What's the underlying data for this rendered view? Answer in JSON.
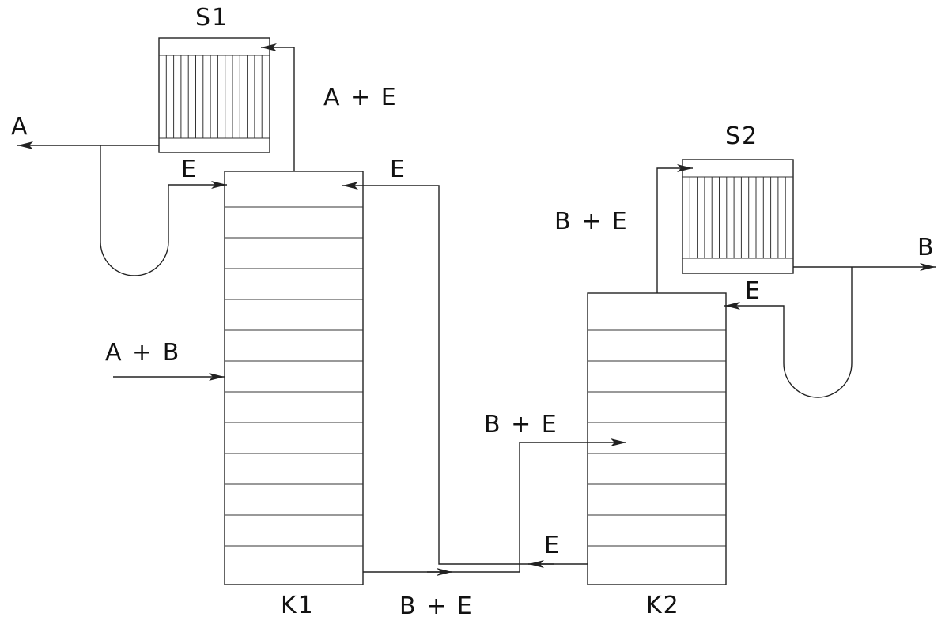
{
  "labels": {
    "s1": "S1",
    "s2": "S2",
    "k1": "K1",
    "k2": "K2",
    "product_a": "A",
    "product_b": "B",
    "feed_ab": "A + B",
    "k1_overhead": "A + E",
    "k2_overhead": "B + E",
    "k1_bottoms": "B + E",
    "k2_feed": "B + E",
    "reflux_e_s1": "E",
    "e_to_k1_top": "E",
    "reflux_e_s2": "E",
    "e_from_k2_bottom": "E"
  },
  "colors": {
    "line": "#222222",
    "background": "#ffffff",
    "text": "#111111"
  }
}
